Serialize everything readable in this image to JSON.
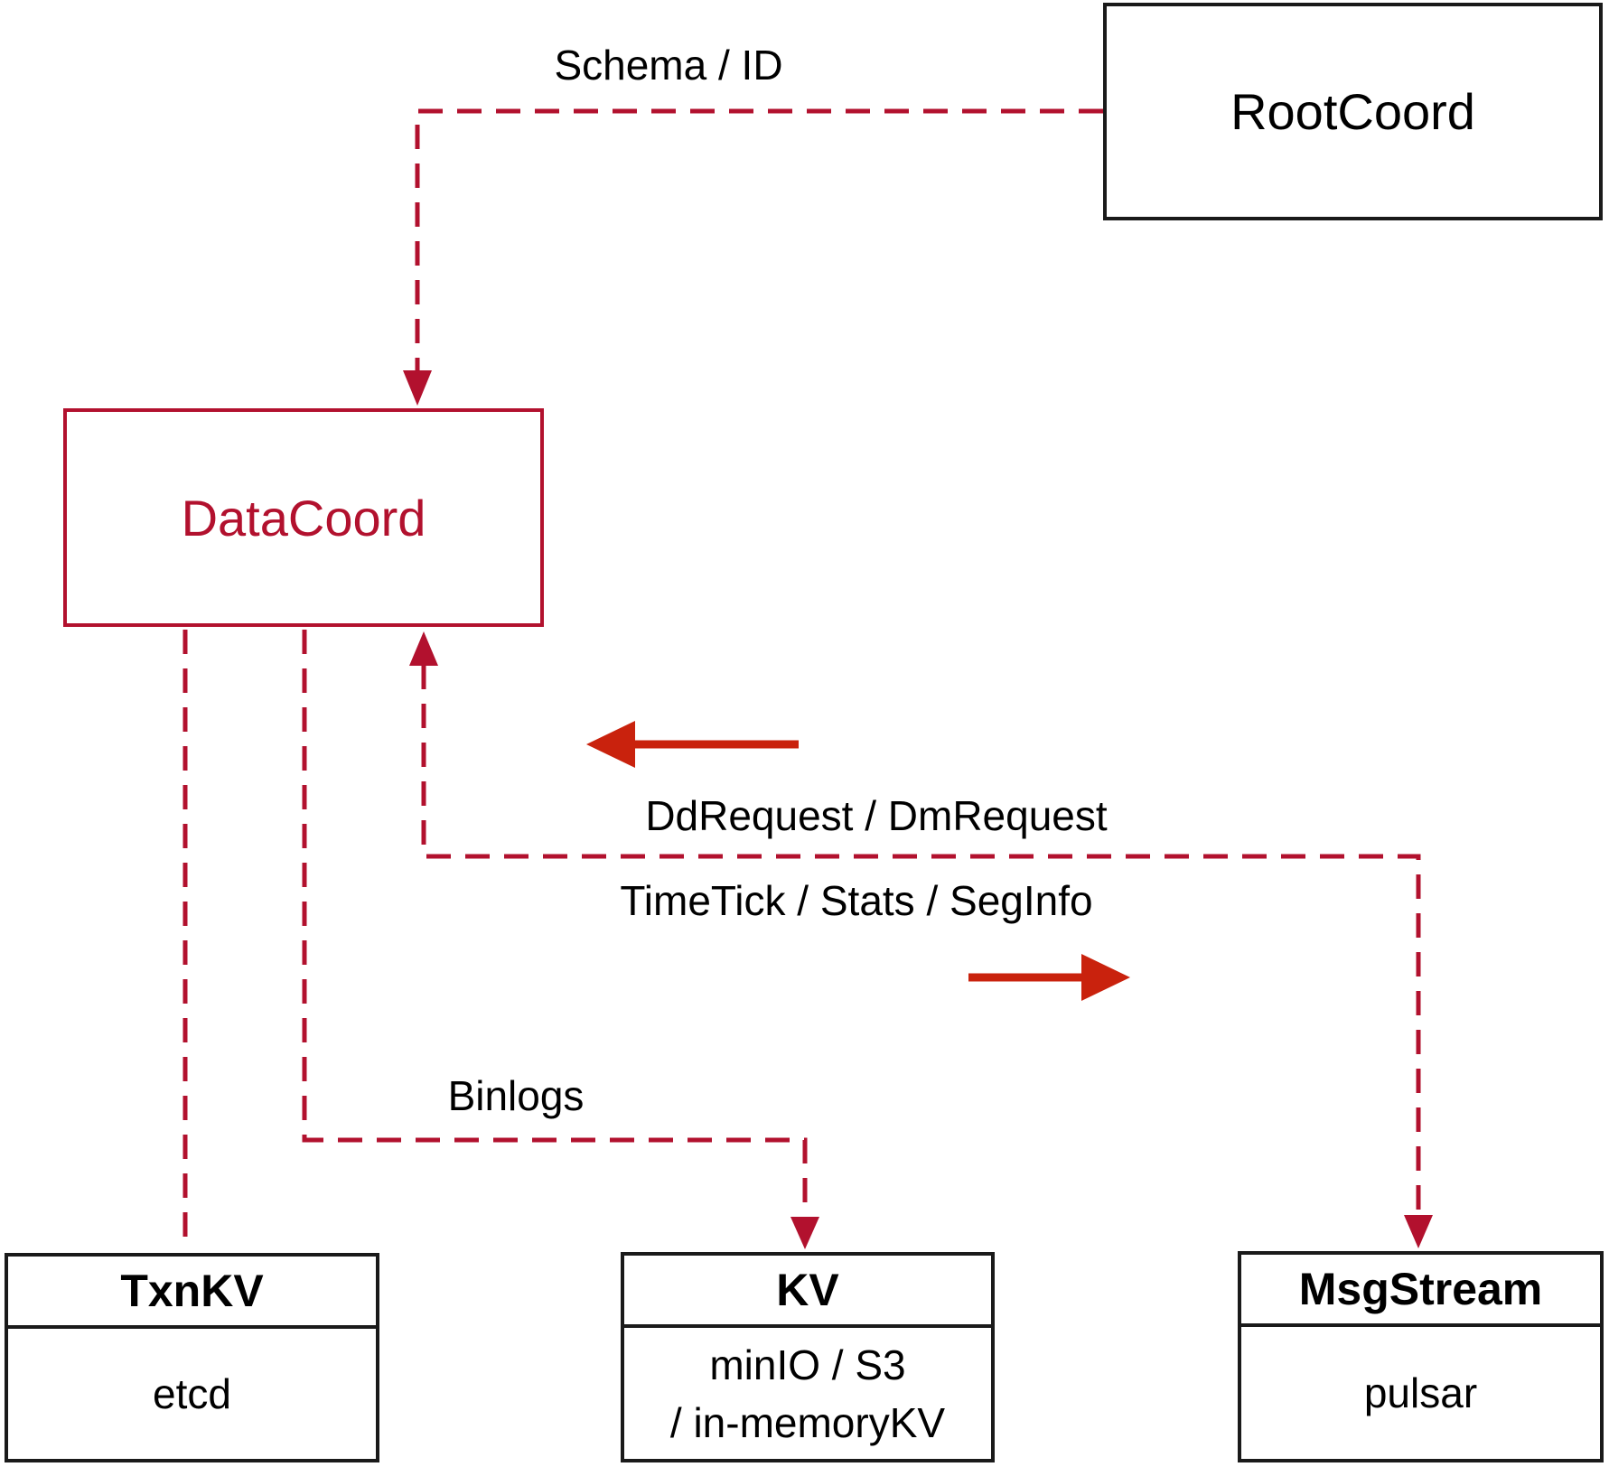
{
  "diagram": {
    "nodes": {
      "root_coord": {
        "label": "RootCoord"
      },
      "data_coord": {
        "label": "DataCoord"
      },
      "txn_kv": {
        "title": "TxnKV",
        "content": "etcd"
      },
      "kv": {
        "title": "KV",
        "content_line1": "minIO / S3",
        "content_line2": "/ in-memoryKV"
      },
      "msg_stream": {
        "title": "MsgStream",
        "content": "pulsar"
      }
    },
    "edge_labels": {
      "schema_id": "Schema / ID",
      "dd_request": "DdRequest / DmRequest",
      "time_tick": "TimeTick / Stats / SegInfo",
      "binlogs": "Binlogs"
    },
    "colors": {
      "dashed_connector": "#b2112e",
      "solid_direction_arrow": "#c9220d",
      "black_box_border": "#1a1a1a",
      "data_coord_accent": "#b2112e",
      "text": "#000000",
      "background": "#ffffff"
    }
  }
}
